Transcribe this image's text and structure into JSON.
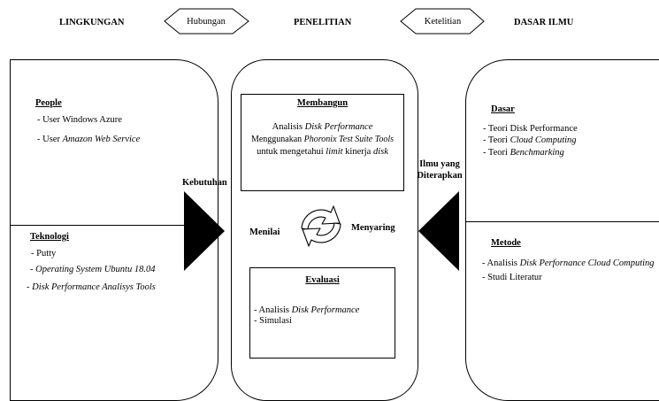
{
  "header": {
    "lingkungan": "LINGKUNGAN",
    "hubungan": "Hubungan",
    "penelitian": "PENELITIAN",
    "ketelitian": "Ketelitian",
    "dasar_ilmu": "DASAR ILMU"
  },
  "left_panel": {
    "people": {
      "title": "People",
      "item1": "- User Windows Azure",
      "item2_prefix": "- User ",
      "item2_italic": "Amazon Web Service"
    },
    "teknologi": {
      "title": "Teknologi",
      "item1": "- Putty",
      "item2_prefix": "- ",
      "item2_italic": "Operating System Ubuntu 18.04",
      "item3_prefix": "- ",
      "item3_italic": "Disk Performance Analisys Tools"
    }
  },
  "center_panel": {
    "membangun": {
      "title": "Membangun",
      "line1_prefix": "Analisis ",
      "line1_italic": "Disk Performance",
      "line2_prefix": "Menggunakan ",
      "line2_italic": "Phoronix Test Suite Tools",
      "line3_a": "untuk mengetahui ",
      "line3_b": "limit",
      "line3_c": " kinerja ",
      "line3_d": "disk"
    },
    "menilai": "Menilai",
    "menyaring": "Menyaring",
    "evaluasi": {
      "title": "Evaluasi",
      "item1_prefix": "- Analisis ",
      "item1_italic": "Disk Performance",
      "item2": "- Simulasi"
    }
  },
  "right_panel": {
    "dasar": {
      "title": "Dasar",
      "item1": "- Teori Disk Performance",
      "item2_prefix": "- Teori ",
      "item2_italic": "Cloud Computing",
      "item3_prefix": "- Teori ",
      "item3_italic": "Benchmarking"
    },
    "metode": {
      "title": "Metode",
      "item1_prefix": "- Analisis ",
      "item1_italic": "Disk Perfornance Cloud Computing",
      "item2": "- Studi Literatur"
    }
  },
  "arrows": {
    "kebutuhan": "Kebutuhan",
    "ilmu_yang_line1": "Ilmu yang",
    "ilmu_yang_line2": "Diterapkan"
  },
  "colors": {
    "line": "#000000",
    "background": "#ffffff",
    "arrow_fill": "#000000"
  }
}
